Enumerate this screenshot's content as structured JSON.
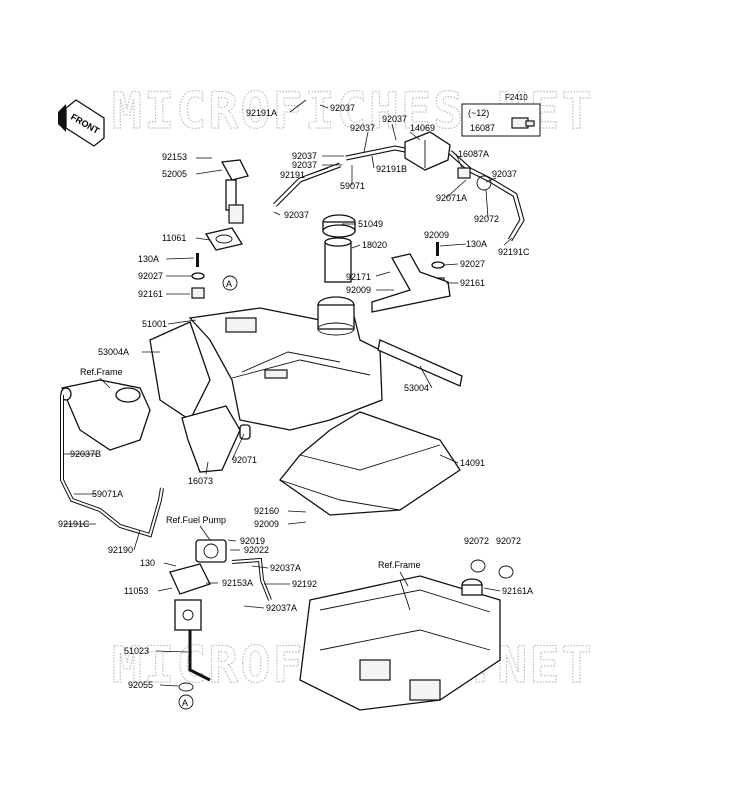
{
  "diagram_code": "F2410",
  "front_label": "FRONT",
  "watermark_text": "MICROFICHES.NET",
  "reference_labels": [
    "Ref.Frame",
    "Ref.Fuel Pump",
    "Ref.Frame"
  ],
  "inset": {
    "range": "(~12)",
    "part": "16087"
  },
  "markers": [
    "A",
    "A"
  ],
  "callouts": [
    "92191A",
    "92037",
    "92037",
    "92037",
    "14069",
    "16087A",
    "92153",
    "52005",
    "92037",
    "92037",
    "92191",
    "92191B",
    "59071",
    "92071A",
    "92037",
    "92072",
    "92037",
    "51049",
    "18020",
    "92009",
    "130A",
    "92191C",
    "11061",
    "130A",
    "92027",
    "92161",
    "92171",
    "92027",
    "92009",
    "92161",
    "51001",
    "53004A",
    "53004",
    "92037B",
    "92071",
    "16073",
    "14091",
    "59071A",
    "92191C",
    "92160",
    "92009",
    "92190",
    "92019",
    "92022",
    "130",
    "92037A",
    "92153A",
    "92192",
    "11053",
    "92037A",
    "92072",
    "92072",
    "92161A",
    "51023",
    "92055"
  ]
}
